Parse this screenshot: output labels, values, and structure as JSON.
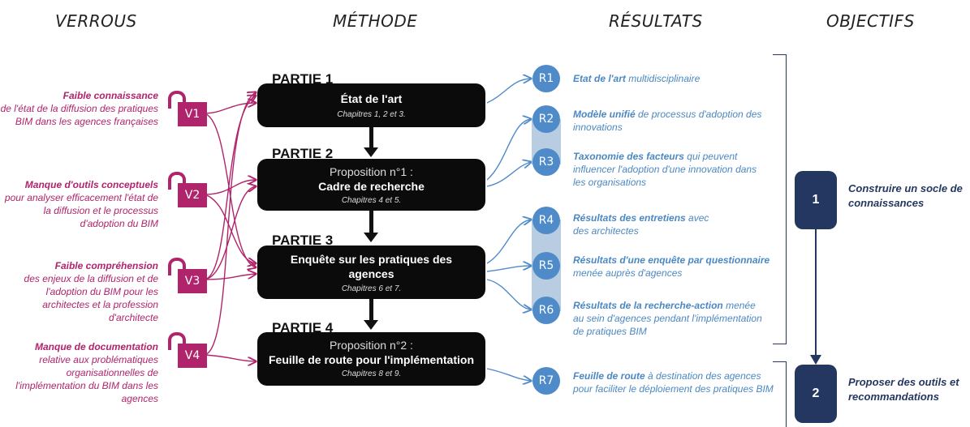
{
  "headers": {
    "verrous": "VERROUS",
    "methode": "MÉTHODE",
    "resultats": "RÉSULTATS",
    "objectifs": "OBJECTIFS"
  },
  "verrous": [
    {
      "id": "V1",
      "title": "Faible connaissance",
      "desc": "de l'état de la diffusion des pratiques BIM dans les agences françaises"
    },
    {
      "id": "V2",
      "title": "Manque d'outils conceptuels",
      "desc": "pour analyser efficacement l'état de la diffusion et le processus d'adoption du BIM"
    },
    {
      "id": "V3",
      "title": "Faible compréhension",
      "desc": "des enjeux de la diffusion et de l'adoption du BIM pour les architectes et la profession d'architecte"
    },
    {
      "id": "V4",
      "title": "Manque de documentation",
      "desc": "relative aux problématiques organisationnelles de l'implémentation du BIM dans les agences"
    }
  ],
  "parties": [
    {
      "label": "PARTIE 1",
      "line1": "",
      "line2": "État de l'art",
      "chapters": "Chapitres 1, 2 et 3."
    },
    {
      "label": "PARTIE 2",
      "line1": "Proposition n°1 :",
      "line2": "Cadre de recherche",
      "chapters": "Chapitres 4 et 5."
    },
    {
      "label": "PARTIE 3",
      "line1": "",
      "line2": "Enquête sur les pratiques des agences",
      "chapters": "Chapitres 6 et 7."
    },
    {
      "label": "PARTIE 4",
      "line1": "Proposition n°2 :",
      "line2": "Feuille de route pour l'implémentation",
      "chapters": "Chapitres 8 et 9."
    }
  ],
  "resultats": [
    {
      "id": "R1",
      "bold": "Etat de l'art",
      "rest": " multidisciplinaire"
    },
    {
      "id": "R2",
      "bold": "Modèle unifié",
      "rest": " de processus d'adoption des innovations"
    },
    {
      "id": "R3",
      "bold": "Taxonomie des facteurs",
      "rest": " qui peuvent influencer l'adoption d'une innovation dans les organisations"
    },
    {
      "id": "R4",
      "bold": "Résultats des entretiens",
      "rest": " avec des architectes"
    },
    {
      "id": "R5",
      "bold": "Résultats d'une enquête par questionnaire",
      "rest": " menée auprès d'agences"
    },
    {
      "id": "R6",
      "bold": "Résultats de la recherche-action",
      "rest": " menée au sein d'agences pendant l'implémentation de pratiques BIM"
    },
    {
      "id": "R7",
      "bold": "Feuille de route",
      "rest": " à destination des agences pour faciliter le déploiement des pratiques BIM"
    }
  ],
  "objectifs": [
    {
      "num": "1",
      "text": "Construire un socle de connaissances"
    },
    {
      "num": "2",
      "text": "Proposer des outils et recommandations"
    }
  ],
  "colors": {
    "verrou": "#b0246c",
    "resultat": "#4f8bc9",
    "objectif": "#233760",
    "partie": "#0b0b0b"
  }
}
